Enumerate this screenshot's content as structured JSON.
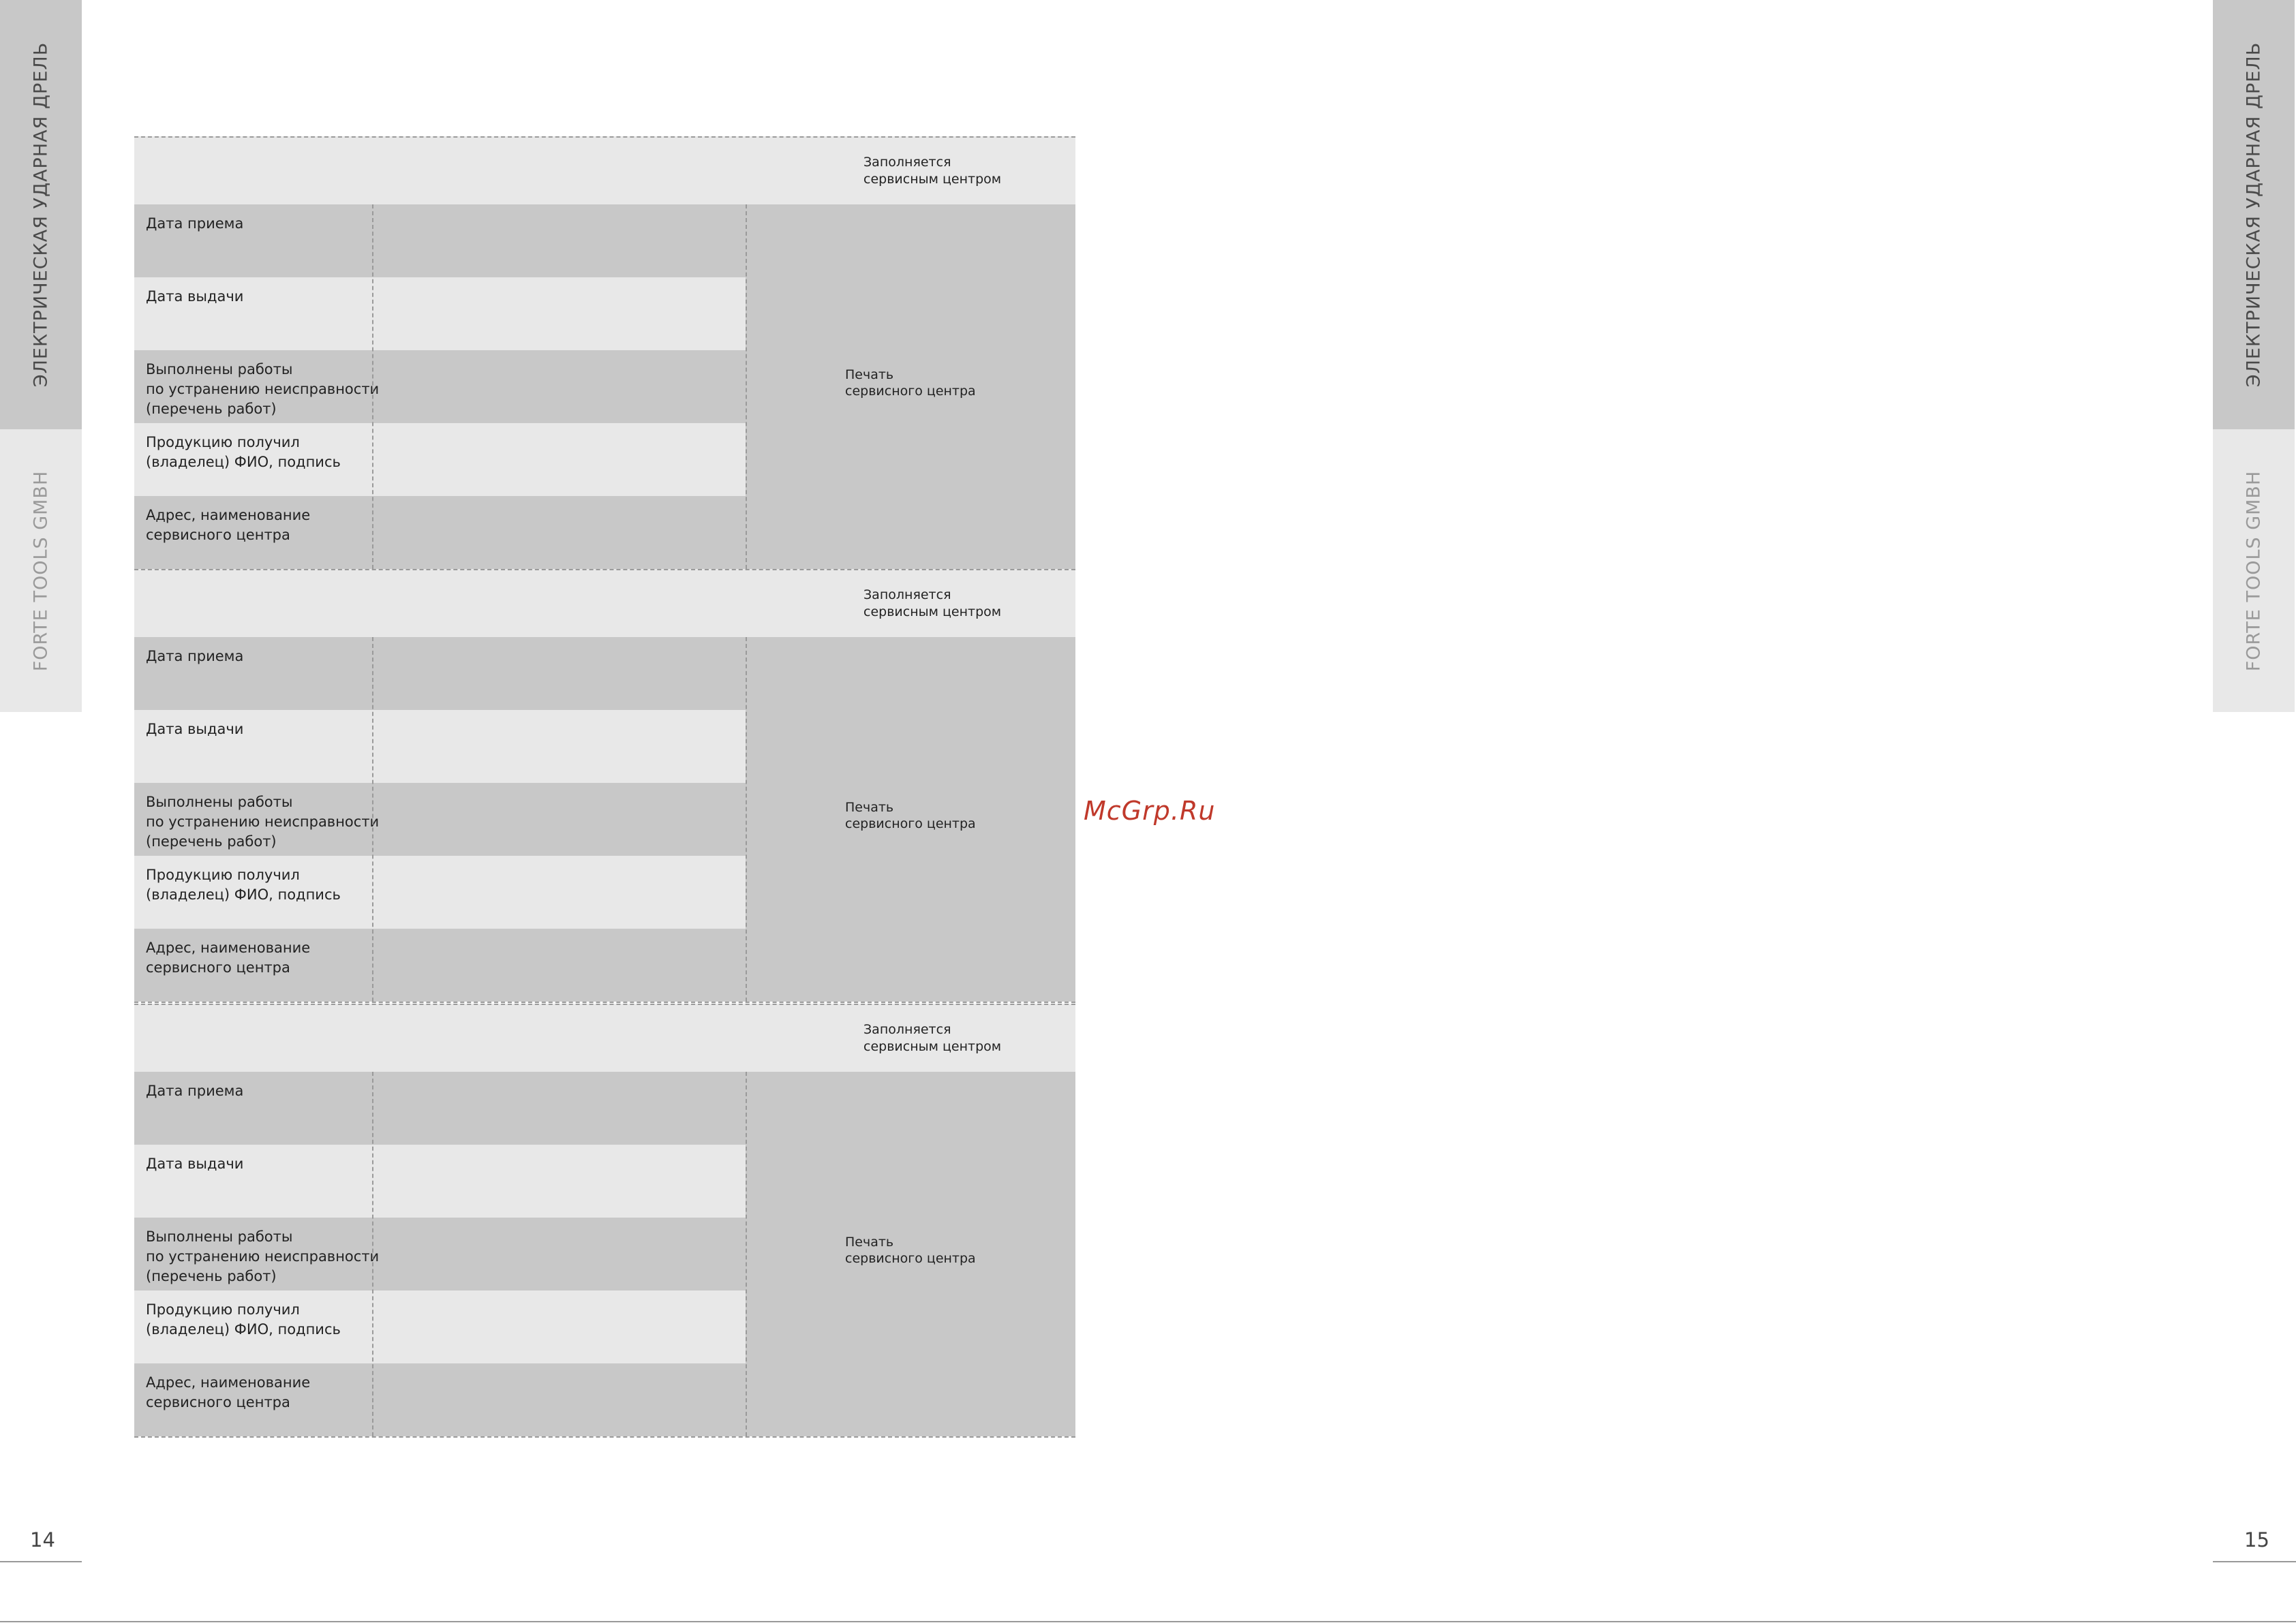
{
  "side_tabs": {
    "title": "ЭЛЕКТРИЧЕСКАЯ УДАРНАЯ ДРЕЛЬ",
    "brand": "FORTE TOOLS GMBH"
  },
  "pages": {
    "left_number": "14",
    "right_number": "15"
  },
  "watermark": "McGrp.Ru",
  "blocks": [
    {
      "header": [
        "Заполняется",
        "сервисным центром"
      ],
      "stamp": [
        "Печать",
        "сервисного центра"
      ],
      "rows": [
        {
          "label": [
            "Дата приема"
          ]
        },
        {
          "label": [
            "Дата выдачи"
          ]
        },
        {
          "label": [
            "Выполнены работы",
            "по устранению неисправности",
            "(перечень работ)"
          ]
        },
        {
          "label": [
            "Продукцию получил",
            "(владелец) ФИО, подпись"
          ]
        },
        {
          "label": [
            "Адрес, наименование",
            "сервисного центра"
          ]
        }
      ]
    },
    {
      "header": [
        "Заполняется",
        "сервисным центром"
      ],
      "stamp": [
        "Печать",
        "сервисного центра"
      ],
      "rows": [
        {
          "label": [
            "Дата приема"
          ]
        },
        {
          "label": [
            "Дата выдачи"
          ]
        },
        {
          "label": [
            "Выполнены работы",
            "по устранению неисправности",
            "(перечень работ)"
          ]
        },
        {
          "label": [
            "Продукцию получил",
            "(владелец) ФИО, подпись"
          ]
        },
        {
          "label": [
            "Адрес, наименование",
            "сервисного центра"
          ]
        }
      ]
    },
    {
      "header": [
        "Заполняется",
        "сервисным центром"
      ],
      "stamp": [
        "Печать",
        "сервисного центра"
      ],
      "rows": [
        {
          "label": [
            "Дата приема"
          ]
        },
        {
          "label": [
            "Дата выдачи"
          ]
        },
        {
          "label": [
            "Выполнены работы",
            "по устранению неисправности",
            "(перечень работ)"
          ]
        },
        {
          "label": [
            "Продукцию получил",
            "(владелец) ФИО, подпись"
          ]
        },
        {
          "label": [
            "Адрес, наименование",
            "сервисного центра"
          ]
        }
      ]
    }
  ]
}
